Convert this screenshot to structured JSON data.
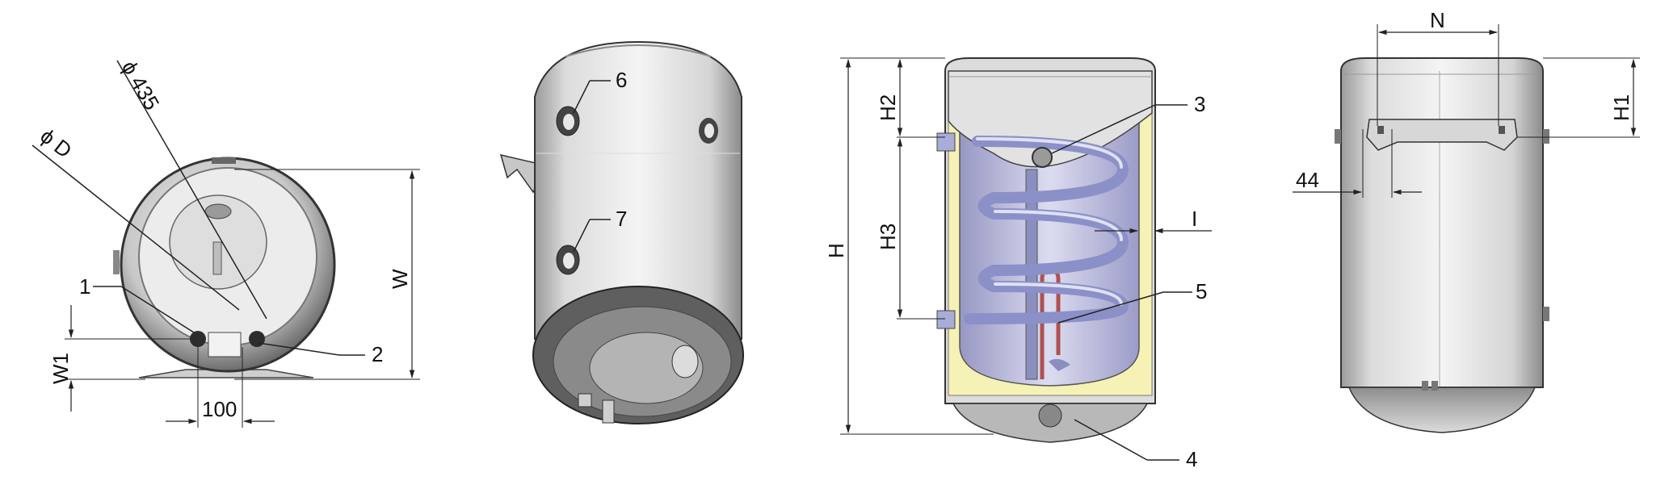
{
  "labels": {
    "diameter_d": "ϕ D",
    "diameter_435": "ϕ 435",
    "w": "W",
    "w1": "W1",
    "dim_100": "100",
    "callout_1": "1",
    "callout_2": "2",
    "callout_3": "3",
    "callout_4": "4",
    "callout_5": "5",
    "callout_6": "6",
    "callout_7": "7",
    "h": "H",
    "h1": "H1",
    "h2": "H2",
    "h3": "H3",
    "i": "I",
    "n": "N",
    "dim_44": "44"
  },
  "colors": {
    "tank_body": "#e6e6e6",
    "tank_shade": "#bdbdbd",
    "tank_dark": "#5a5a5a",
    "tank_inner": "#c9c9dd",
    "insulation": "#f6f1b5",
    "coil": "#b9bce6",
    "line": "#222222"
  }
}
